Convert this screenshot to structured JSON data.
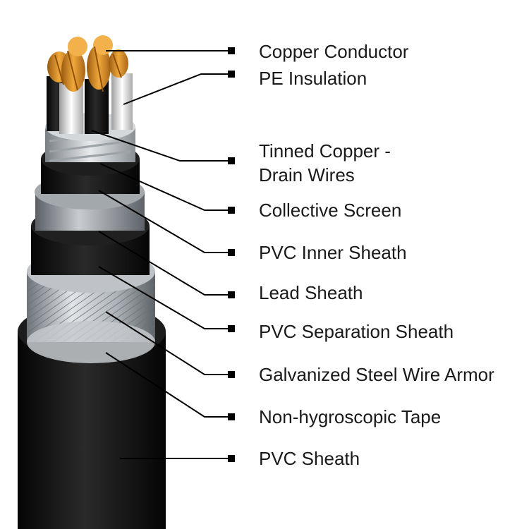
{
  "diagram": {
    "colors": {
      "outer_sheath": "#121212",
      "armor": "#b9bdc2",
      "lead": "#9aa0a6",
      "copper": "#d98a1f",
      "insulation_white": "#eeeeee",
      "insulation_black": "#151515",
      "leader_line": "#000000"
    },
    "components": [
      {
        "id": "copper-conductor",
        "lines": [
          "Copper Conductor"
        ]
      },
      {
        "id": "pe-insulation",
        "lines": [
          "PE Insulation"
        ]
      },
      {
        "id": "drain-wires",
        "lines": [
          "Tinned Copper -",
          "Drain Wires"
        ]
      },
      {
        "id": "collective-screen",
        "lines": [
          "Collective Screen"
        ]
      },
      {
        "id": "pvc-inner-sheath",
        "lines": [
          "PVC Inner Sheath"
        ]
      },
      {
        "id": "lead-sheath",
        "lines": [
          "Lead Sheath"
        ]
      },
      {
        "id": "pvc-separation-sheath",
        "lines": [
          "PVC Separation Sheath"
        ]
      },
      {
        "id": "galvanized-steel-wire-armor",
        "lines": [
          "Galvanized Steel Wire Armor"
        ]
      },
      {
        "id": "non-hygroscopic-tape",
        "lines": [
          "Non-hygroscopic Tape"
        ]
      },
      {
        "id": "pvc-sheath",
        "lines": [
          "PVC Sheath"
        ]
      }
    ]
  }
}
